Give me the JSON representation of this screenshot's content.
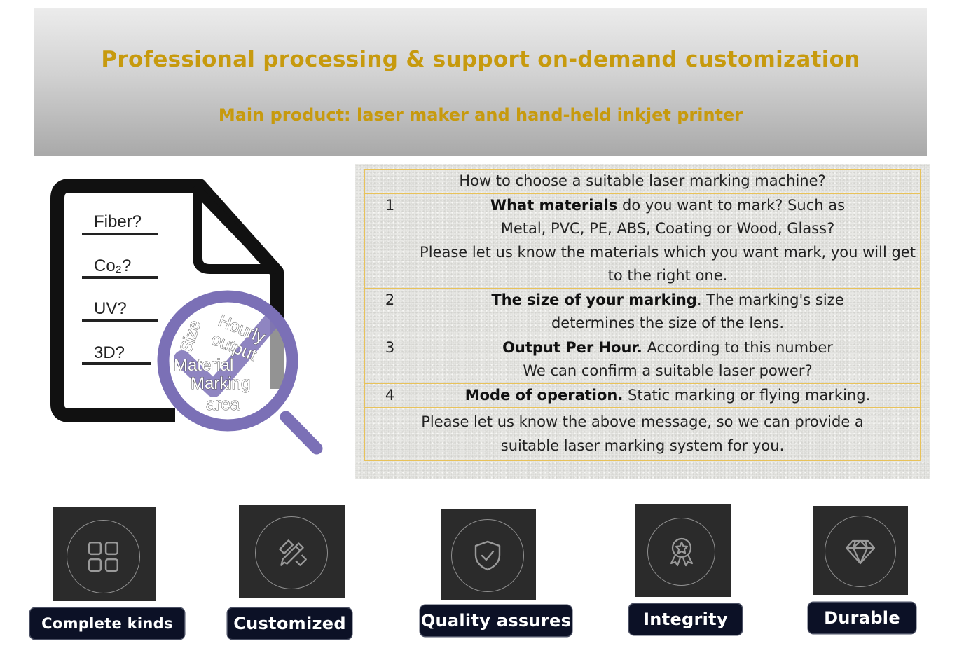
{
  "banner": {
    "title": "Professional processing & support on-demand customization",
    "subtitle": "Main product: laser maker and hand-held inkjet printer",
    "title_color": "#c79a0e"
  },
  "illustration": {
    "checklist": [
      "Fiber?",
      "Co₂?",
      "UV?",
      "3D?"
    ],
    "lens_words": [
      "Hourly",
      "output",
      "Size",
      "Material",
      "Marking",
      "area"
    ],
    "accent_color": "#7b70b6"
  },
  "table": {
    "header": "How to choose a suitable laser marking machine?",
    "rows": [
      {
        "num": "1",
        "bold": "What materials",
        "rest": " do you want to mark? Such as",
        "line2": "Metal, PVC, PE, ABS, Coating or Wood, Glass?",
        "line3": "Please let us know the materials which you want mark, you will get to the right one."
      },
      {
        "num": "2",
        "bold": "The size of your marking",
        "rest": ". The marking's size determines the size of the lens."
      },
      {
        "num": "3",
        "bold": "Output Per Hour.",
        "rest": " According to this number",
        "line2": "We can confirm a suitable laser power?"
      },
      {
        "num": "4",
        "bold": "Mode of operation.",
        "rest": " Static marking or flying marking."
      }
    ],
    "footer": "Please let us know the above message, so we can provide a suitable laser marking system for you.",
    "border_color": "#e8c25a"
  },
  "features": [
    {
      "label": "Complete kinds",
      "icon": "grid-icon"
    },
    {
      "label": "Customized",
      "icon": "pencil-ruler-icon"
    },
    {
      "label": "Quality assures",
      "icon": "shield-check-icon"
    },
    {
      "label": "Integrity",
      "icon": "award-badge-icon"
    },
    {
      "label": "Durable",
      "icon": "diamond-icon"
    }
  ]
}
